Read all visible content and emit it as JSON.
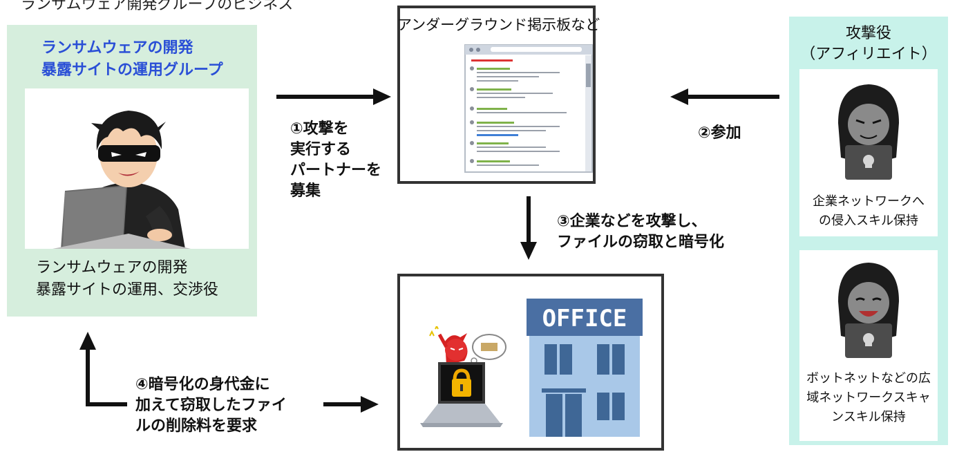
{
  "top_text": "ランサムウェア開発グループのビジネス",
  "left_group": {
    "title_lines": [
      "ランサムウェアの開発",
      "暴露サイトの運用グループ"
    ],
    "desc_lines": [
      "ランサムウェアの開発",
      "暴露サイトの運用、交渉役"
    ]
  },
  "forum": {
    "title": "アンダーグラウンド掲示板など"
  },
  "office": {
    "sign": "OFFICE"
  },
  "affiliate": {
    "title_lines": [
      "攻撃役",
      "（アフィリエイト）"
    ],
    "member1_lines": [
      "企業ネットワークへ",
      "の侵入スキル保持"
    ],
    "member2_lines": [
      "ボットネットなどの広",
      "域ネットワークスキャ",
      "ンスキル保持"
    ]
  },
  "steps": {
    "step1_lines": [
      "①攻撃を",
      "実行する",
      "パートナーを",
      "募集"
    ],
    "step2": "②参加",
    "step3_lines": [
      "③企業などを攻撃し、",
      "ファイルの窃取と暗号化"
    ],
    "step4_lines": [
      "④暗号化の身代金に",
      "加えて窃取したファイ",
      "ルの削除料を要求"
    ]
  },
  "colors": {
    "left_panel": "#d6eedd",
    "left_title": "#2a4fd6",
    "right_panel": "#c8f2ea",
    "box_border": "#333333",
    "arrow": "#111111"
  }
}
